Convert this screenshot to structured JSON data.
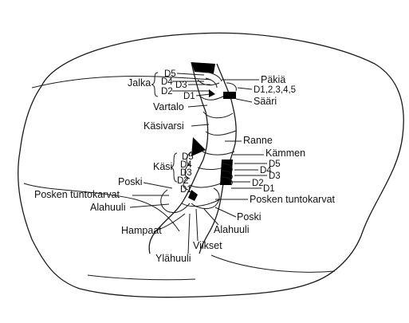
{
  "labels": {
    "jalka": "Jalka",
    "vartalo": "Vartalo",
    "kasivarsi": "Käsivarsi",
    "kasi": "Käsi",
    "poski_left": "Poski",
    "posken_left": "Posken tuntokarvat",
    "alahuuli_left": "Alahuuli",
    "hampaat": "Hampaat",
    "ylahuuli": "Ylähuuli",
    "viikset": "Viikset",
    "alahuuli_right": "Alahuuli",
    "poski_right": "Poski",
    "posken_right": "Posken tuntokarvat",
    "kammen": "Kämmen",
    "ranne": "Ranne",
    "saari": "Sääri",
    "pakia": "Päkiä",
    "d12345": "D1,2,3,4,5"
  },
  "digits_foot": [
    "D5",
    "D4",
    "D3",
    "D2",
    "D1"
  ],
  "digits_hand_left": [
    "D5",
    "D4",
    "D3",
    "D2",
    "D1"
  ],
  "digits_hand_right": [
    "D5",
    "D4",
    "D3",
    "D2",
    "D1"
  ]
}
